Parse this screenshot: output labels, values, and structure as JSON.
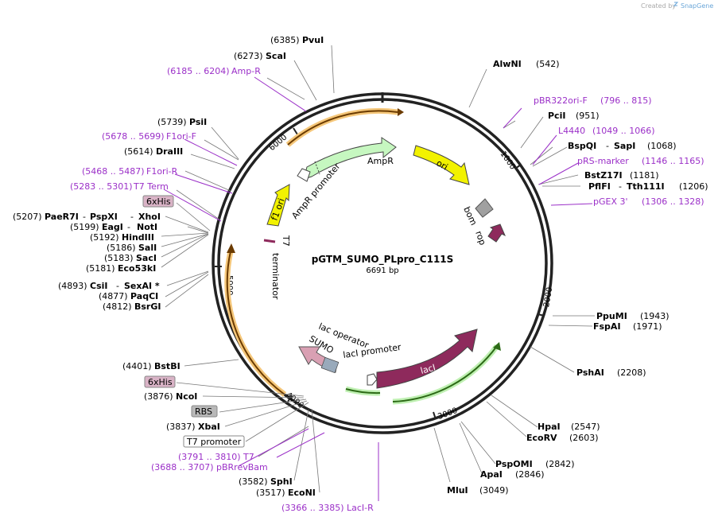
{
  "credit": {
    "text": "Created by",
    "brand": "SnapGene"
  },
  "plasmid": {
    "name": "pGTM_SUMO_PLpro_C111S",
    "size": "6691 bp"
  },
  "ticks": [
    "1000",
    "2000",
    "3000",
    "4000",
    "5000",
    "6000"
  ],
  "features": {
    "AmpR": "AmpR",
    "AmpR_promoter": "AmpR promoter",
    "f1_ori": "f1 ori",
    "ori": "ori",
    "bom": "bom",
    "rop": "rop",
    "T7_terminator_a": "T7",
    "T7_terminator_b": "terminator",
    "lac_operator": "lac operator",
    "SUMO": "SUMO",
    "lacI_promoter": "lacI promoter",
    "lacI": "lacI"
  },
  "left_labels": [
    {
      "pos": "(6385)",
      "name": "PvuI"
    },
    {
      "pos": "(6273)",
      "name": "ScaI"
    },
    {
      "range": "(6185 .. 6204)",
      "name": "Amp-R"
    },
    {
      "pos": "(5739)",
      "name": "PsiI"
    },
    {
      "range": "(5678 .. 5699)",
      "name": "F1ori-F"
    },
    {
      "pos": "(5614)",
      "name": "DraIII"
    },
    {
      "range": "(5468 .. 5487)",
      "name": "F1ori-R"
    },
    {
      "range": "(5283 .. 5301)",
      "name": "T7 Term"
    },
    {
      "box": "6xHis"
    },
    {
      "pos": "(5207)",
      "name": "PaeR7I",
      "extra": [
        "PspXI",
        "XhoI"
      ]
    },
    {
      "pos": "(5199)",
      "name": "EagI",
      "extra": [
        "NotI"
      ]
    },
    {
      "pos": "(5192)",
      "name": "HindIII"
    },
    {
      "pos": "(5186)",
      "name": "SalI"
    },
    {
      "pos": "(5183)",
      "name": "SacI"
    },
    {
      "pos": "(5181)",
      "name": "Eco53kI"
    },
    {
      "pos": "(4893)",
      "name": "CsiI",
      "extra": [
        "SexAI *"
      ]
    },
    {
      "pos": "(4877)",
      "name": "PaqCI"
    },
    {
      "pos": "(4812)",
      "name": "BsrGI"
    },
    {
      "pos": "(4401)",
      "name": "BstBI"
    },
    {
      "box": "6xHis"
    },
    {
      "pos": "(3876)",
      "name": "NcoI"
    },
    {
      "box": "RBS"
    },
    {
      "pos": "(3837)",
      "name": "XbaI"
    },
    {
      "box": "T7 promoter"
    },
    {
      "range": "(3791 .. 3810)",
      "name": "T7"
    },
    {
      "range": "(3688 .. 3707)",
      "name": "pBRrevBam"
    },
    {
      "pos": "(3582)",
      "name": "SphI"
    },
    {
      "pos": "(3517)",
      "name": "EcoNI"
    },
    {
      "range": "(3366 .. 3385)",
      "name": "LacI-R"
    }
  ],
  "right_labels": [
    {
      "name": "AlwNI",
      "pos": "(542)"
    },
    {
      "name": "pBR322ori-F",
      "range": "(796 .. 815)"
    },
    {
      "name": "PciI",
      "pos": "(951)"
    },
    {
      "name": "L4440",
      "range": "(1049 .. 1066)"
    },
    {
      "name": "BspQI",
      "extra": [
        "SapI"
      ],
      "pos": "(1068)"
    },
    {
      "name": "pRS-marker",
      "range": "(1146 .. 1165)"
    },
    {
      "name": "BstZ17I",
      "pos": "(1181)"
    },
    {
      "name": "PflFI",
      "extra": [
        "Tth111I"
      ],
      "pos": "(1206)"
    },
    {
      "name": "pGEX 3'",
      "range": "(1306 .. 1328)"
    },
    {
      "name": "PpuMI",
      "pos": "(1943)"
    },
    {
      "name": "FspAI",
      "pos": "(1971)"
    },
    {
      "name": "PshAI",
      "pos": "(2208)"
    },
    {
      "name": "HpaI",
      "pos": "(2547)"
    },
    {
      "name": "EcoRV",
      "pos": "(2603)"
    },
    {
      "name": "PspOMI",
      "pos": "(2842)"
    },
    {
      "name": "ApaI",
      "pos": "(2846)"
    },
    {
      "name": "MluI",
      "pos": "(3049)"
    }
  ],
  "colors": {
    "primer": "#9b30c8",
    "amp": "#c6f7c0",
    "ori": "#f2f200",
    "lacI": "#8e2a5c",
    "sumo": "#d9a0b3",
    "his": "#d9b3c6",
    "rbs": "#b8b8b8",
    "orange": "#f5a623",
    "green": "#7ed957"
  }
}
